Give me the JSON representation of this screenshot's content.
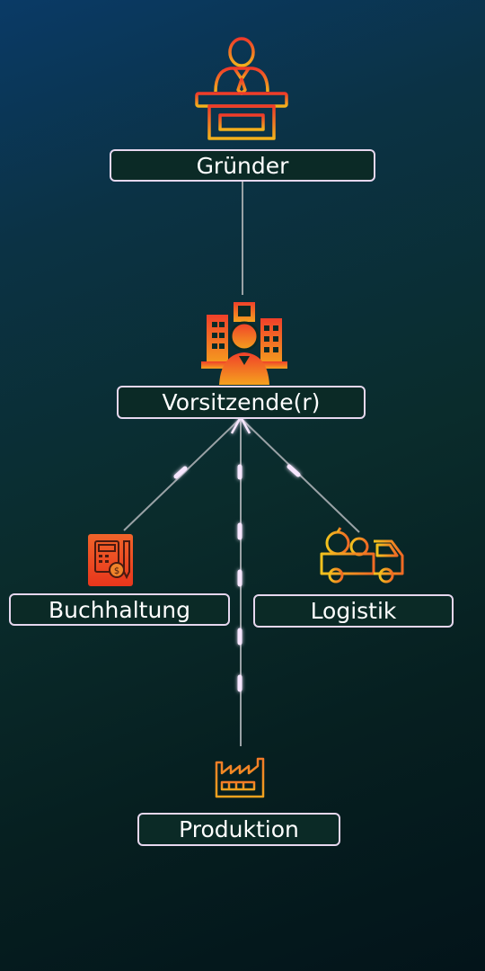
{
  "nodes": {
    "founder": {
      "label": "Gründer"
    },
    "chair": {
      "label": "Vorsitzende(r)"
    },
    "accounting": {
      "label": "Buchhaltung"
    },
    "logistics": {
      "label": "Logistik"
    },
    "production": {
      "label": "Produktion"
    }
  },
  "icons": {
    "founder": "podium-speaker-icon",
    "chair": "businessman-building-icon",
    "accounting": "calculator-book-icon",
    "logistics": "delivery-truck-icon",
    "production": "factory-icon"
  },
  "colors": {
    "line": "#9aa2a6",
    "dash_glow": "#f4d8ff",
    "label_border": "#e6d7ee",
    "icon_orange": "#f5702a",
    "icon_gold": "#f0b01a"
  }
}
